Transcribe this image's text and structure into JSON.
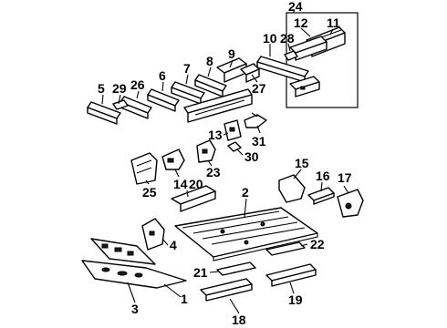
{
  "callouts": [
    {
      "id": "c24",
      "num": "24"
    },
    {
      "id": "c12",
      "num": "12"
    },
    {
      "id": "c11",
      "num": "11"
    },
    {
      "id": "c10",
      "num": "10"
    },
    {
      "id": "c28",
      "num": "28"
    },
    {
      "id": "c9",
      "num": "9"
    },
    {
      "id": "c8",
      "num": "8"
    },
    {
      "id": "c7",
      "num": "7"
    },
    {
      "id": "c6",
      "num": "6"
    },
    {
      "id": "c26",
      "num": "26"
    },
    {
      "id": "c29",
      "num": "29"
    },
    {
      "id": "c5",
      "num": "5"
    },
    {
      "id": "c27",
      "num": "27"
    },
    {
      "id": "c13",
      "num": "13"
    },
    {
      "id": "c31",
      "num": "31"
    },
    {
      "id": "c30",
      "num": "30"
    },
    {
      "id": "c23",
      "num": "23"
    },
    {
      "id": "c14",
      "num": "14"
    },
    {
      "id": "c20",
      "num": "20"
    },
    {
      "id": "c25",
      "num": "25"
    },
    {
      "id": "c15",
      "num": "15"
    },
    {
      "id": "c16",
      "num": "16"
    },
    {
      "id": "c17",
      "num": "17"
    },
    {
      "id": "c2",
      "num": "2"
    },
    {
      "id": "c4",
      "num": "4"
    },
    {
      "id": "c22",
      "num": "22"
    },
    {
      "id": "c21",
      "num": "21"
    },
    {
      "id": "c3",
      "num": "3"
    },
    {
      "id": "c1",
      "num": "1"
    },
    {
      "id": "c19",
      "num": "19"
    },
    {
      "id": "c18",
      "num": "18"
    }
  ]
}
